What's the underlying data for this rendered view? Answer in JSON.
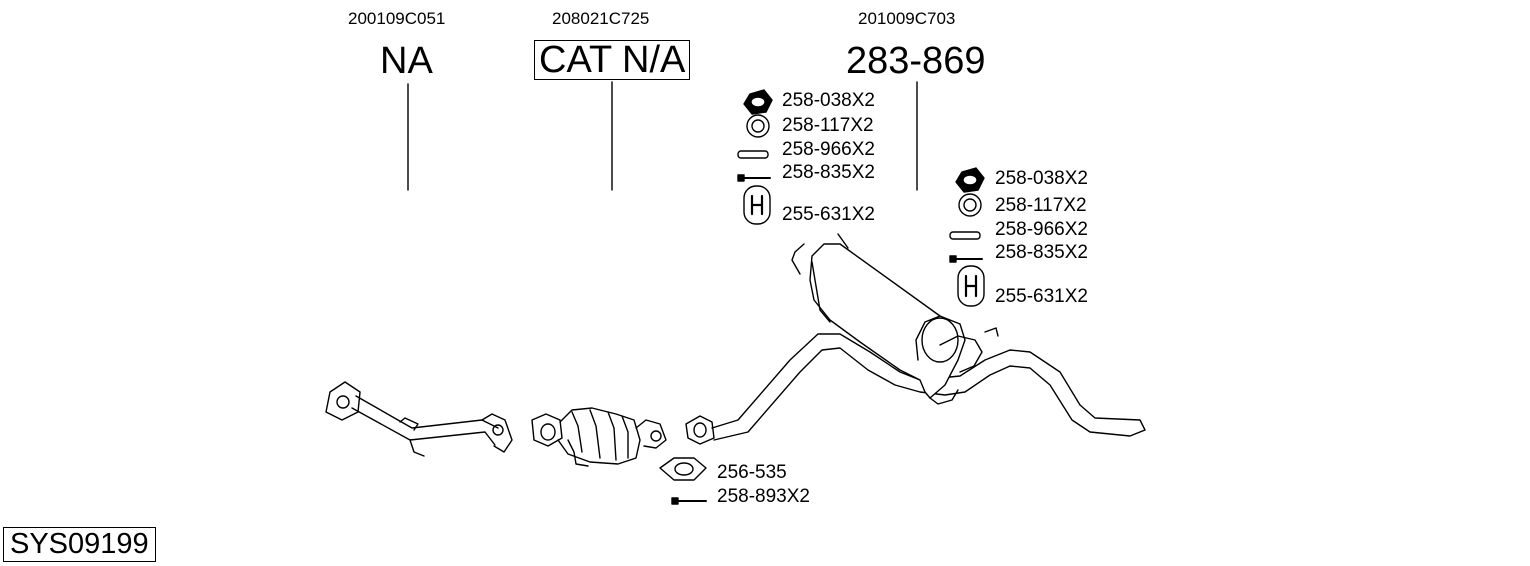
{
  "sections": [
    {
      "oem": "200109C051",
      "part": "NA"
    },
    {
      "oem": "208021C725",
      "part": "CAT N/A"
    },
    {
      "oem": "201009C703",
      "part": "283-869"
    }
  ],
  "mounting_kit_a": [
    {
      "icon": "nut-icon",
      "label": "258-038X2"
    },
    {
      "icon": "ring-icon",
      "label": "258-117X2"
    },
    {
      "icon": "sleeve-icon",
      "label": "258-966X2"
    },
    {
      "icon": "bolt-icon",
      "label": "258-835X2"
    },
    {
      "icon": "rubber-hanger-icon",
      "label": "255-631X2"
    }
  ],
  "mounting_kit_b": [
    {
      "icon": "nut-icon",
      "label": "258-038X2"
    },
    {
      "icon": "ring-icon",
      "label": "258-117X2"
    },
    {
      "icon": "sleeve-icon",
      "label": "258-966X2"
    },
    {
      "icon": "bolt-icon",
      "label": "258-835X2"
    },
    {
      "icon": "rubber-hanger-icon",
      "label": "255-631X2"
    }
  ],
  "gasket_kit": [
    {
      "icon": "gasket-icon",
      "label": "256-535"
    },
    {
      "icon": "bolt-icon",
      "label": "258-893X2"
    }
  ],
  "system_code": "SYS09199"
}
